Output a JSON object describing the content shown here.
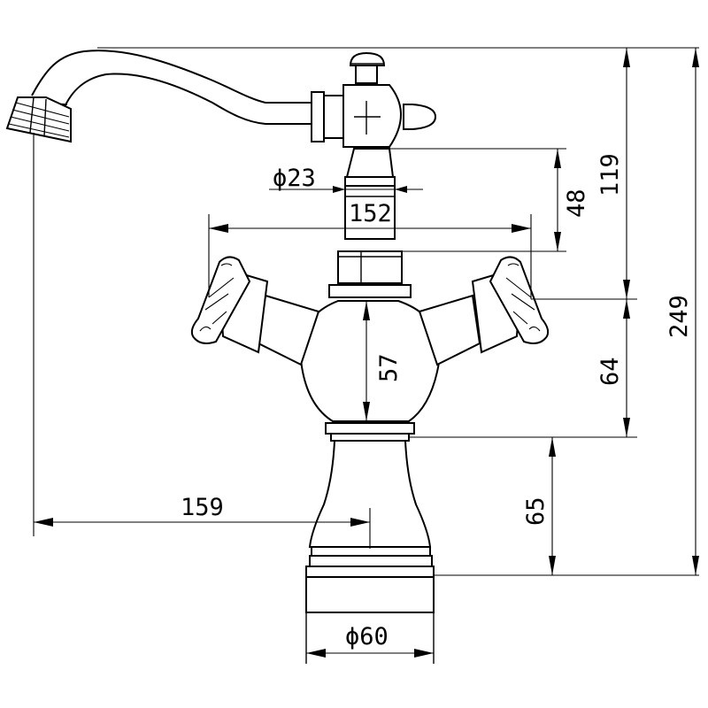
{
  "drawing": {
    "dimensions": {
      "d23": "ϕ23",
      "d152": "152",
      "d48": "48",
      "d119": "119",
      "d249": "249",
      "d57": "57",
      "d64": "64",
      "d159": "159",
      "d65": "65",
      "d60": "ϕ60"
    },
    "color": "#000000"
  }
}
